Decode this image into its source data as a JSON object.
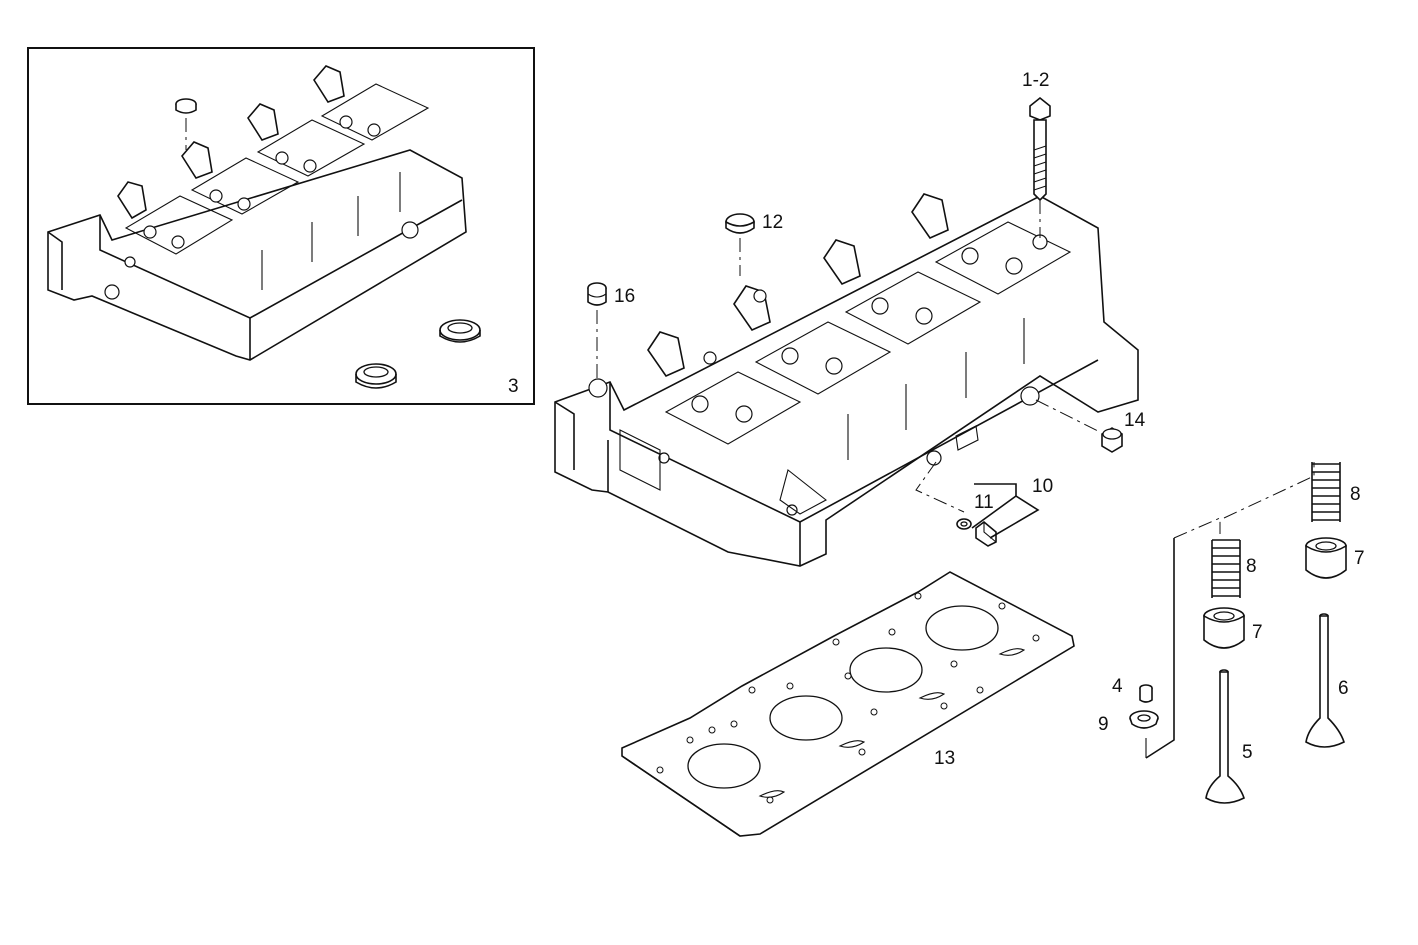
{
  "callouts": {
    "c1_2": "1-2",
    "c3": "3",
    "c4": "4",
    "c5": "5",
    "c6": "6",
    "c7a": "7",
    "c7b": "7",
    "c8a": "8",
    "c8b": "8",
    "c9": "9",
    "c10": "10",
    "c11": "11",
    "c12": "12",
    "c13": "13",
    "c14": "14",
    "c16": "16"
  }
}
